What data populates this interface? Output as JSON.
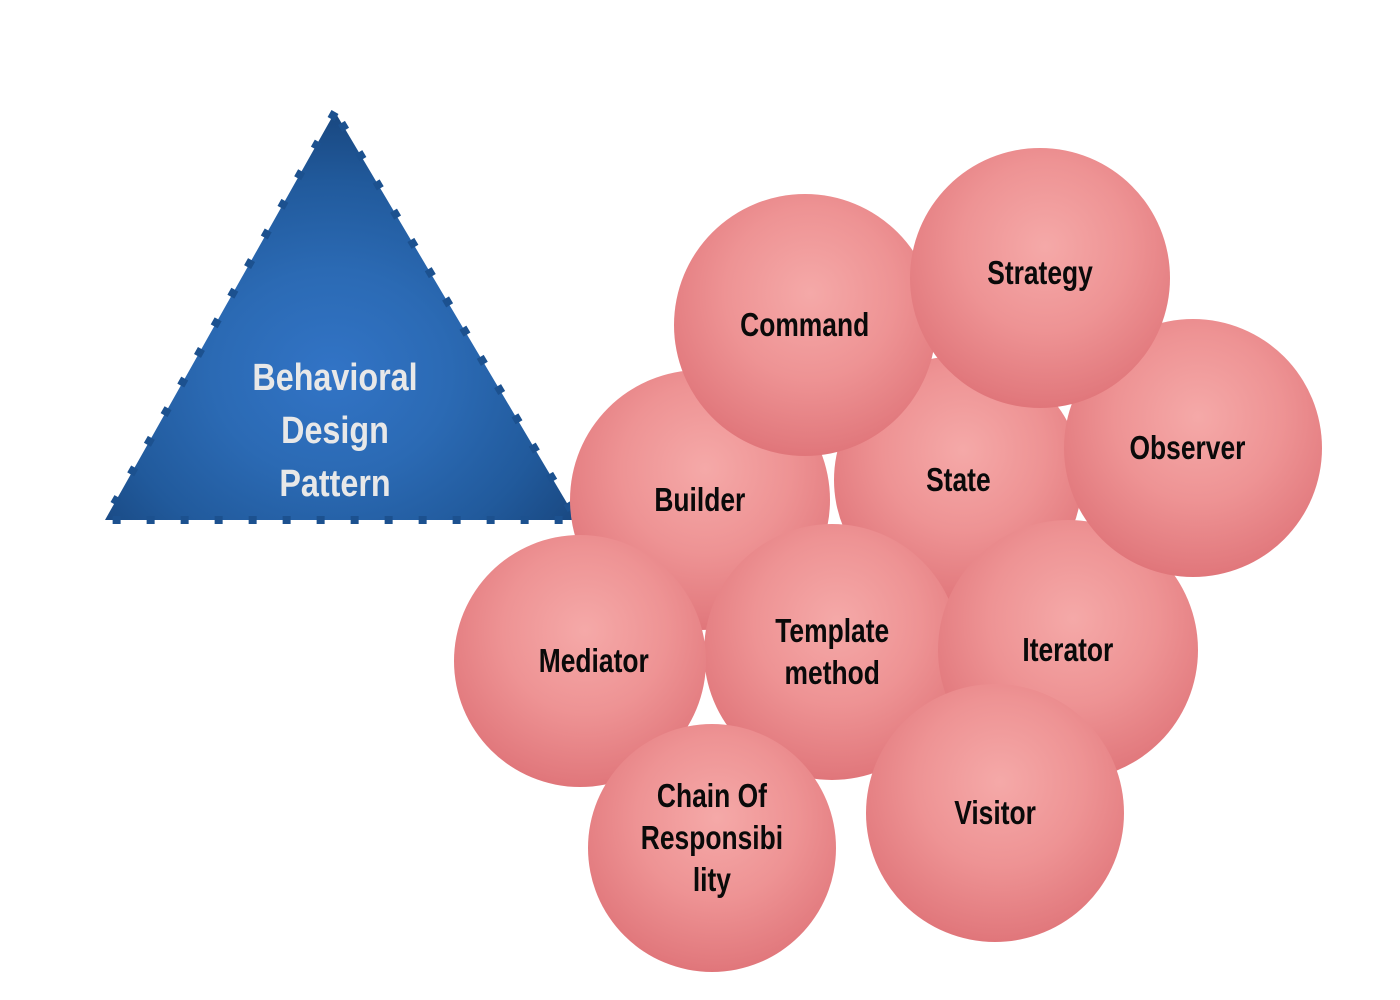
{
  "background_color": "#ffffff",
  "triangle": {
    "lines": [
      "Behavioral",
      "Design",
      "Pattern"
    ],
    "text_color": "#e8e8e8",
    "fill_center_color": "#3274c6",
    "fill_edge_color": "#173f70",
    "dash_color": "#1c518f"
  },
  "circle_style": {
    "center_color": "#f5a9a8",
    "edge_color": "#d75f66",
    "label_color": "#0a0a0a"
  },
  "patterns": [
    {
      "name": "Command",
      "lines": [
        "Command"
      ]
    },
    {
      "name": "Strategy",
      "lines": [
        "Strategy"
      ]
    },
    {
      "name": "Observer",
      "lines": [
        "Observer"
      ]
    },
    {
      "name": "Builder",
      "lines": [
        "Builder"
      ]
    },
    {
      "name": "State",
      "lines": [
        "State"
      ]
    },
    {
      "name": "Mediator",
      "lines": [
        "Mediator"
      ]
    },
    {
      "name": "Template method",
      "lines": [
        "Template",
        "method"
      ]
    },
    {
      "name": "Iterator",
      "lines": [
        "Iterator"
      ]
    },
    {
      "name": "Chain Of Responsibility",
      "lines": [
        "Chain Of",
        "Responsibi",
        "lity"
      ]
    },
    {
      "name": "Visitor",
      "lines": [
        "Visitor"
      ]
    }
  ]
}
